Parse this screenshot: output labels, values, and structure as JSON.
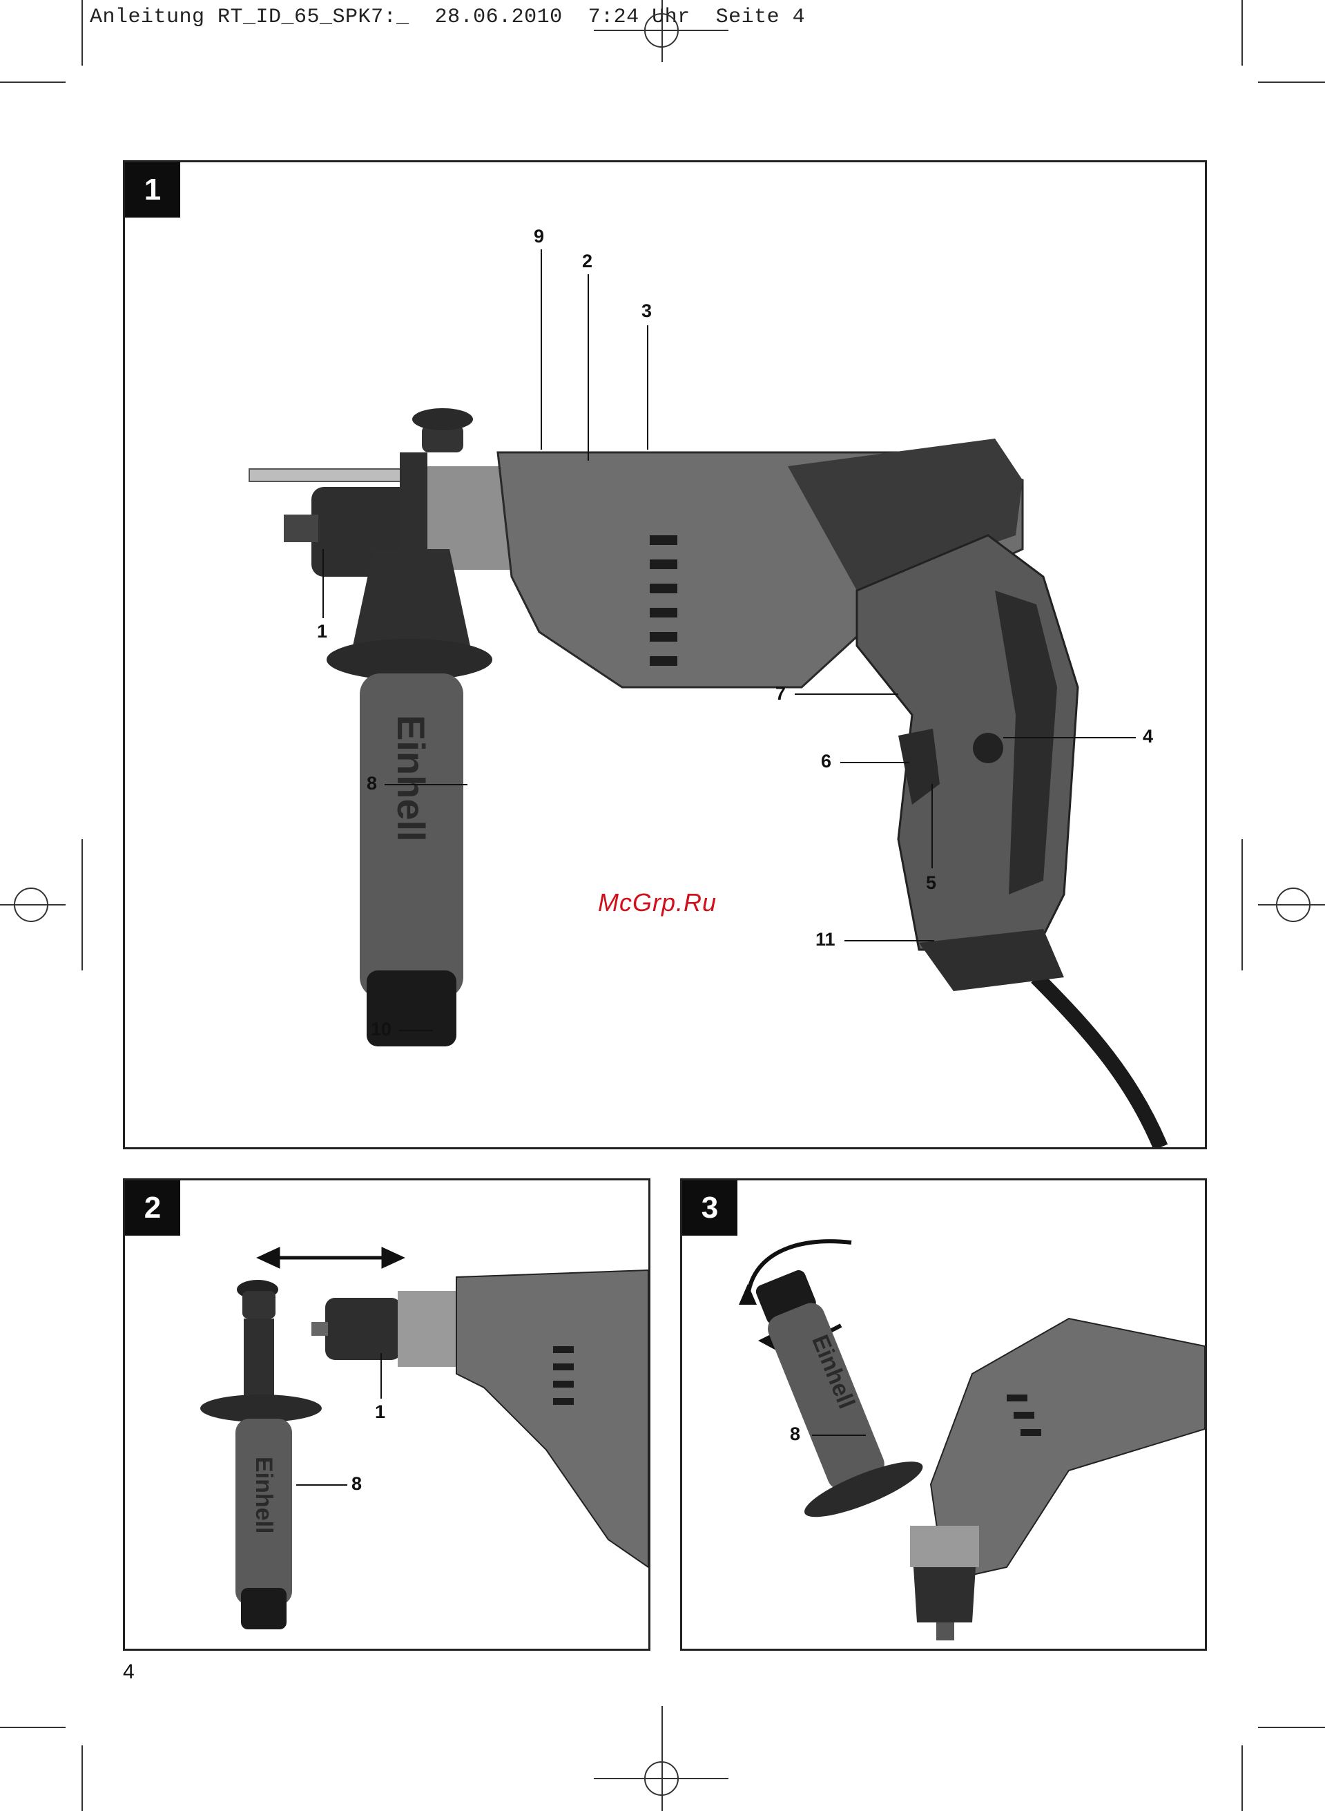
{
  "header": {
    "text": "Anleitung RT_ID_65_SPK7:_  28.06.2010  7:24 Uhr  Seite 4"
  },
  "watermark": "McGrp.Ru",
  "page_number": "4",
  "figures": {
    "fig1": {
      "number": "1",
      "callouts": {
        "c1": "1",
        "c2": "2",
        "c3": "3",
        "c4": "4",
        "c5": "5",
        "c6": "6",
        "c7": "7",
        "c8": "8",
        "c9": "9",
        "c10": "10",
        "c11": "11"
      }
    },
    "fig2": {
      "number": "2",
      "callouts": {
        "c1": "1",
        "c8": "8"
      }
    },
    "fig3": {
      "number": "3",
      "callouts": {
        "c8": "8"
      }
    }
  },
  "brand_mark": "Einhell",
  "colors": {
    "ink": "#111111",
    "tool_dark": "#3a3a3a",
    "tool_mid": "#6e6e6e",
    "tool_light": "#a8a8a8",
    "watermark": "#d0101a"
  }
}
